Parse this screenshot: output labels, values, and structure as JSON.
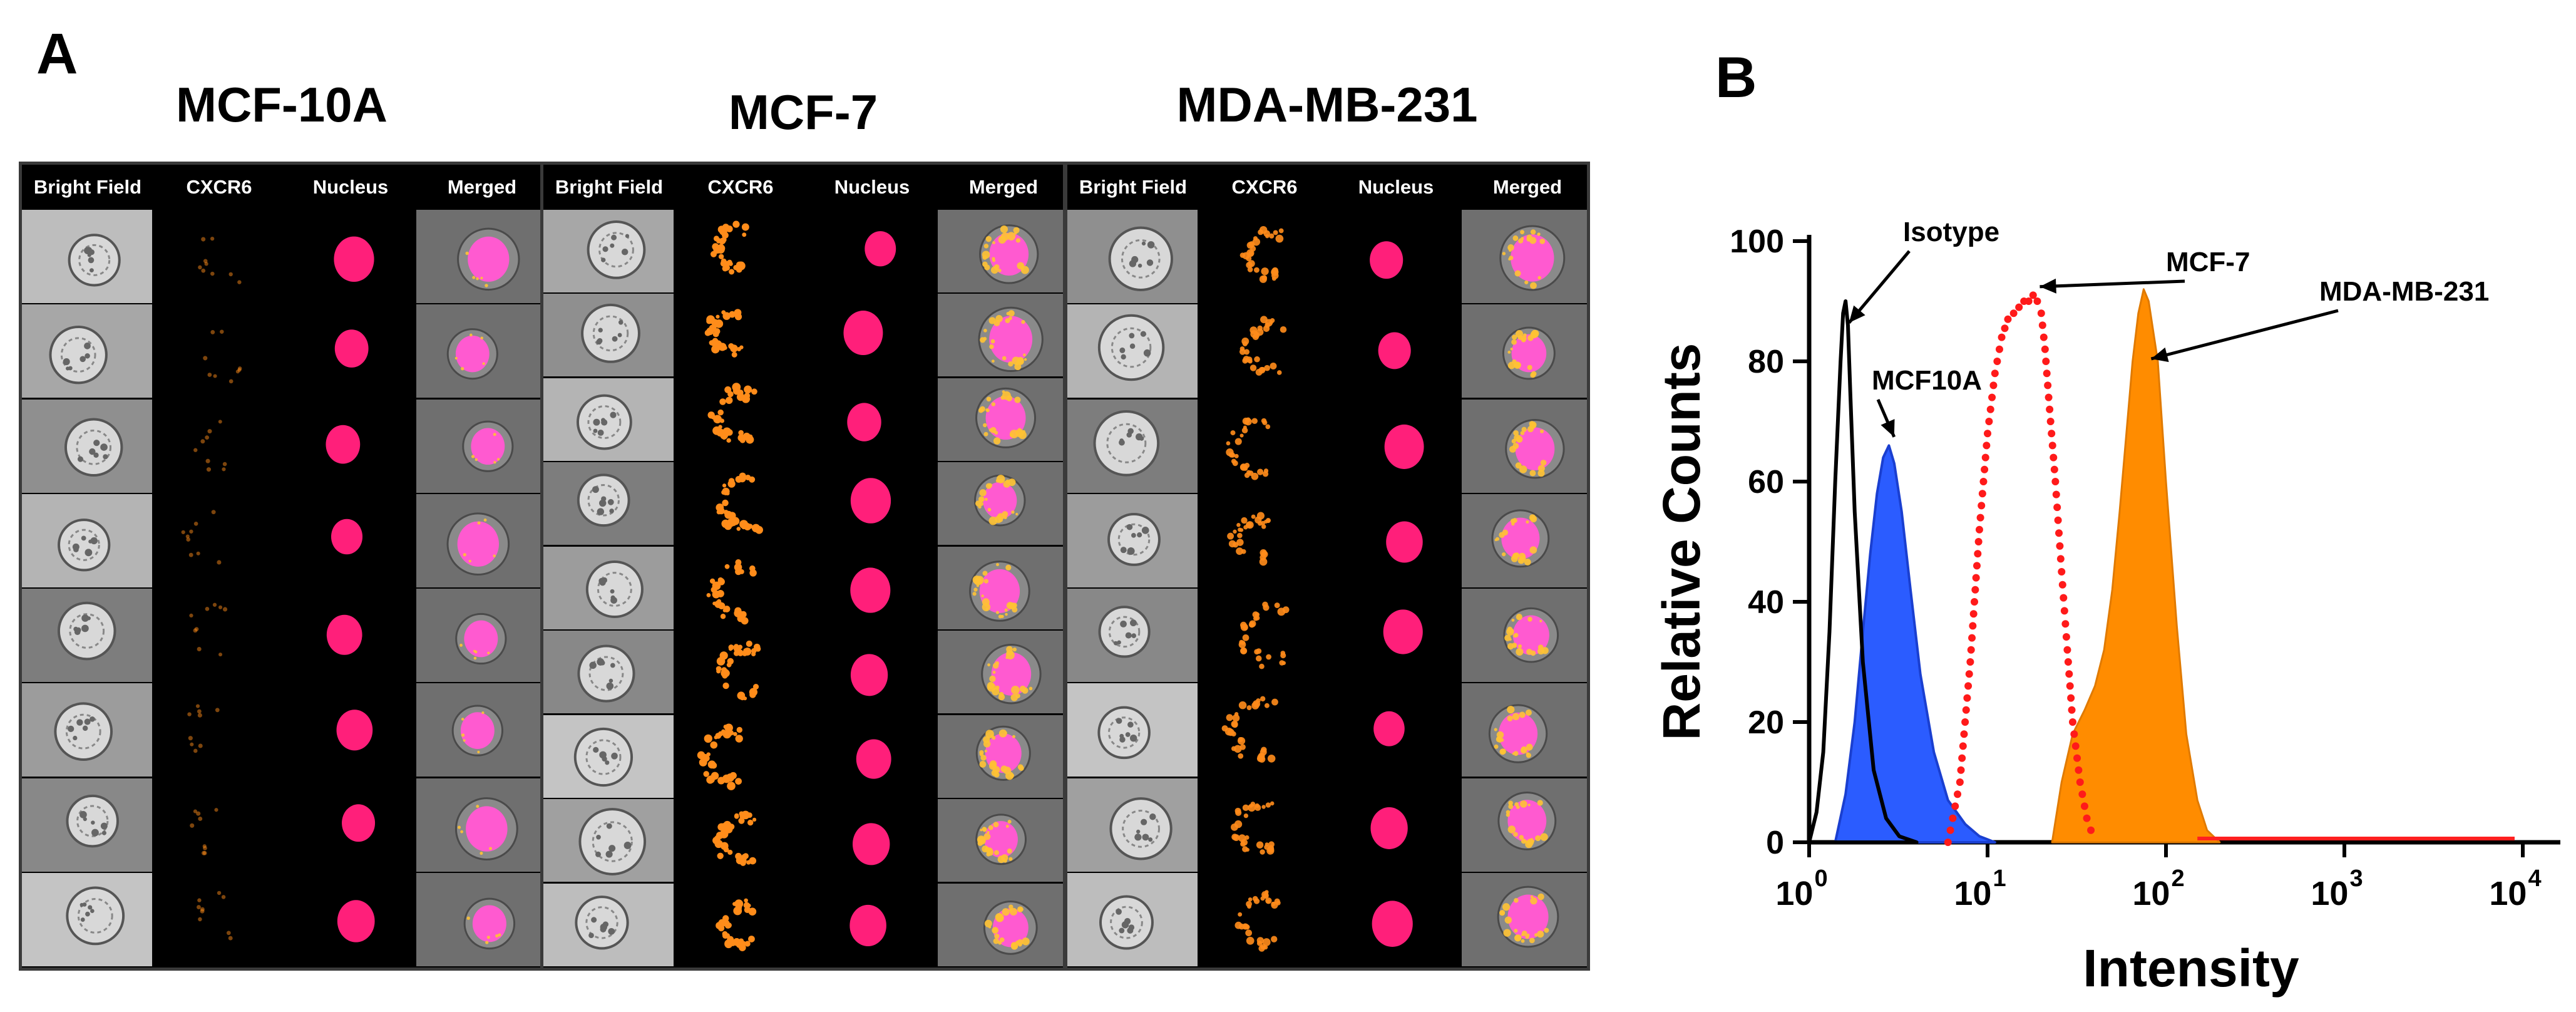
{
  "figure": {
    "panel_a": {
      "letter": "A",
      "columns": [
        "Bright Field",
        "CXCR6",
        "Nucleus",
        "Merged"
      ],
      "groups": [
        {
          "title": "MCF-10A",
          "rows": 8
        },
        {
          "title": "MCF-7",
          "rows": 9
        },
        {
          "title": "MDA-MB-231",
          "rows": 8
        }
      ]
    },
    "panel_b": {
      "letter": "B"
    }
  },
  "colors": {
    "cxcr6": "#ff8c1a",
    "nucleus": "#ff1f7a",
    "merged_nucleus": "#ff5ad0",
    "mcf10a_fill": "#2b5cff",
    "mda_fill": "#ff8c00",
    "mcf7_dots": "#ff1a1a",
    "isotype": "#000000"
  },
  "chart_data": {
    "type": "area",
    "xlabel": "Intensity",
    "ylabel": "Relative Counts",
    "x_scale": "log",
    "xlim": [
      1,
      10000
    ],
    "ylim": [
      0,
      100
    ],
    "x_ticks": [
      {
        "base": "10",
        "exp": "0"
      },
      {
        "base": "10",
        "exp": "1"
      },
      {
        "base": "10",
        "exp": "2"
      },
      {
        "base": "10",
        "exp": "3"
      },
      {
        "base": "10",
        "exp": "4"
      }
    ],
    "y_ticks": [
      "0",
      "20",
      "40",
      "60",
      "80",
      "100"
    ],
    "y_tick_values": [
      0,
      20,
      40,
      60,
      80,
      100
    ],
    "legend": "none",
    "series": [
      {
        "name": "Isotype",
        "style": "line",
        "x": [
          1,
          1.1,
          1.2,
          1.3,
          1.4,
          1.5,
          1.55,
          1.6,
          1.65,
          1.7,
          1.8,
          2.0,
          2.3,
          2.7,
          3.2,
          4.0
        ],
        "y": [
          0,
          5,
          15,
          35,
          60,
          80,
          88,
          90,
          86,
          75,
          55,
          30,
          12,
          4,
          1,
          0
        ]
      },
      {
        "name": "MCF10A",
        "style": "area",
        "x": [
          1.4,
          1.6,
          1.8,
          2.0,
          2.2,
          2.4,
          2.6,
          2.8,
          3.0,
          3.3,
          3.7,
          4.2,
          5.0,
          6.0,
          7.5,
          9.0,
          11
        ],
        "y": [
          0,
          8,
          20,
          35,
          48,
          58,
          64,
          66,
          63,
          55,
          42,
          28,
          15,
          7,
          3,
          1,
          0
        ]
      },
      {
        "name": "MCF-7",
        "style": "dotted",
        "x": [
          6,
          7,
          8,
          9,
          10,
          11,
          12,
          13,
          14,
          15,
          16,
          17,
          18,
          19,
          20,
          21,
          22,
          24,
          26,
          28,
          30,
          33,
          36,
          40
        ],
        "y": [
          0,
          10,
          30,
          52,
          68,
          78,
          84,
          87,
          88,
          89,
          90,
          90,
          91,
          90,
          88,
          82,
          74,
          60,
          45,
          32,
          20,
          10,
          4,
          0
        ]
      },
      {
        "name": "MDA-MB-231",
        "style": "area",
        "x": [
          23,
          26,
          30,
          35,
          40,
          45,
          50,
          55,
          60,
          65,
          70,
          75,
          80,
          90,
          100,
          115,
          130,
          150,
          170,
          200
        ],
        "y": [
          0,
          10,
          18,
          22,
          26,
          32,
          42,
          55,
          68,
          80,
          88,
          92,
          90,
          80,
          60,
          36,
          18,
          7,
          2,
          0
        ]
      }
    ],
    "annotations": [
      {
        "text": "Isotype",
        "target_series": "Isotype"
      },
      {
        "text": "MCF-7",
        "target_series": "MCF-7"
      },
      {
        "text": "MDA-MB-231",
        "target_series": "MDA-MB-231"
      },
      {
        "text": "MCF10A",
        "target_series": "MCF10A"
      }
    ]
  }
}
